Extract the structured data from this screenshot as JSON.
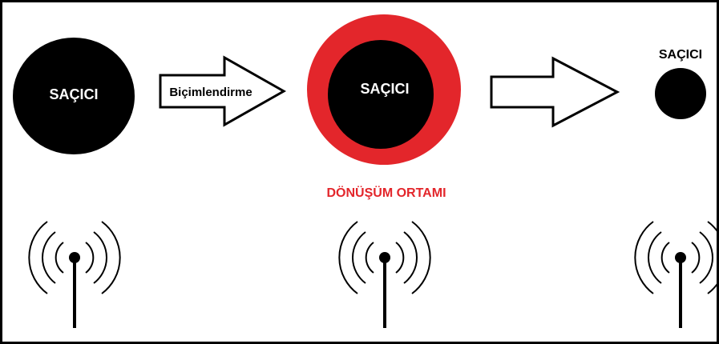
{
  "diagram": {
    "colors": {
      "emitter": "#000000",
      "medium_ring": "#e3262b",
      "medium_label": "#e3262b",
      "arrow_fill": "#ffffff",
      "arrow_stroke": "#000000"
    },
    "emitters": [
      {
        "label": "SAÇICI"
      },
      {
        "label": "SAÇICI"
      },
      {
        "label": "SAÇICI"
      }
    ],
    "arrows": [
      {
        "label": "Biçimlendirme"
      },
      {
        "label": ""
      }
    ],
    "medium_label": "DÖNÜŞÜM ORTAMI",
    "antennas": [
      {
        "icon": "antenna-icon"
      },
      {
        "icon": "antenna-icon"
      },
      {
        "icon": "antenna-icon"
      }
    ]
  }
}
